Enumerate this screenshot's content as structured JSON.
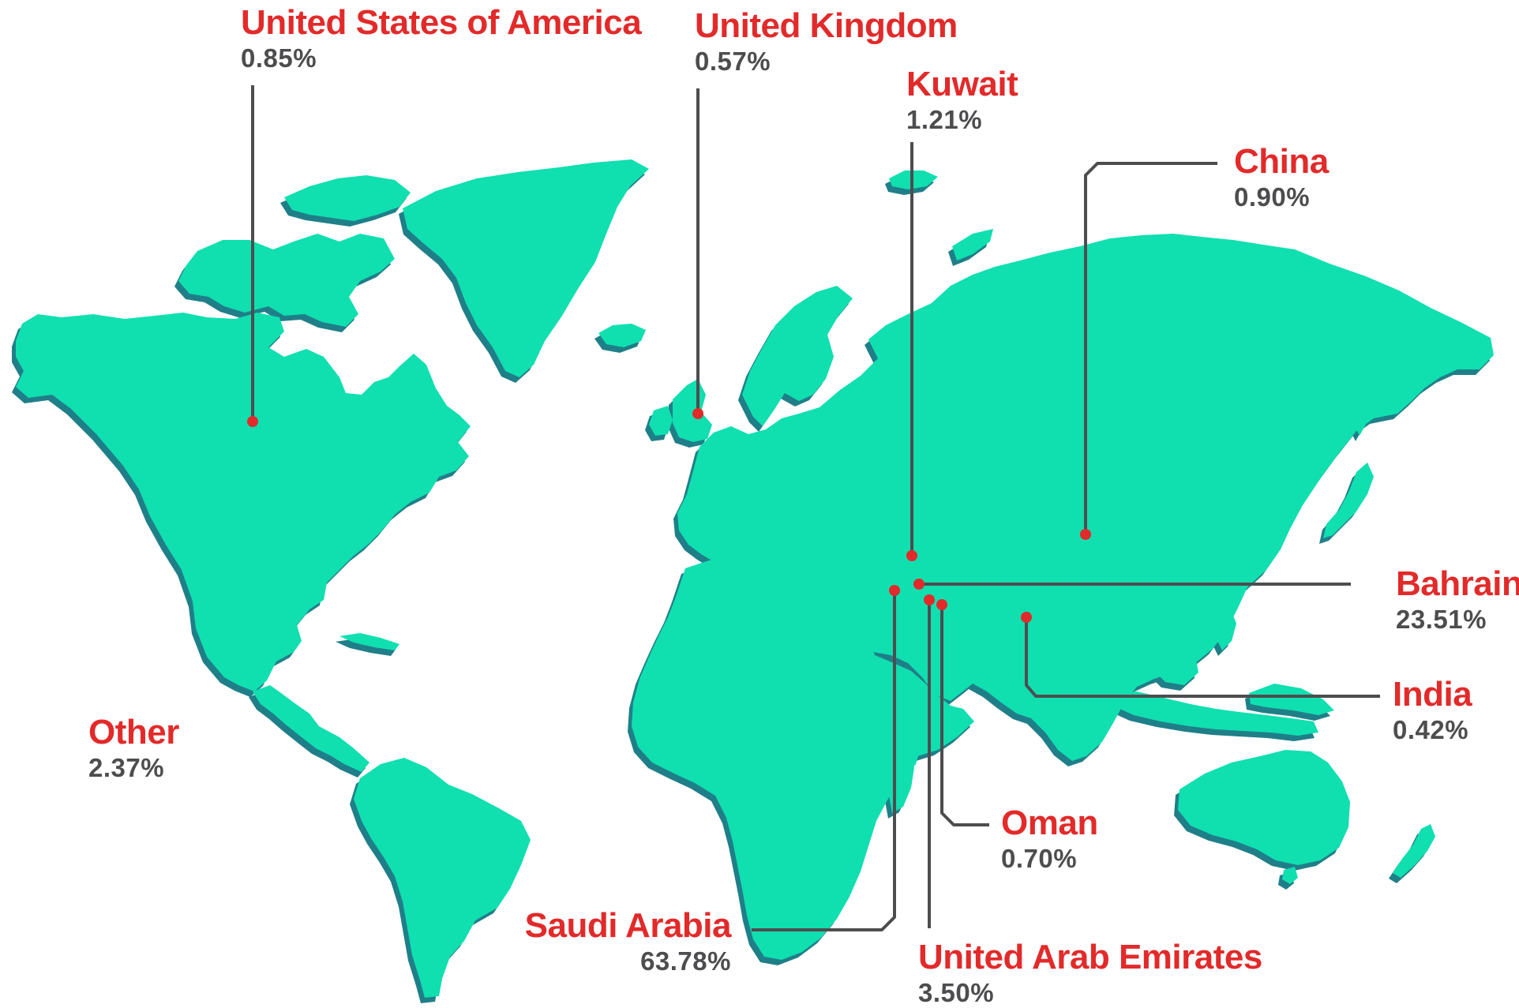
{
  "colors": {
    "land": "#10dfb0",
    "land_shadow": "#1f7f88",
    "country_name": "#e22a2a",
    "percentage": "#4d4d4f",
    "leader_line": "#4d4d4f",
    "marker": "#e22a2a"
  },
  "markers": [
    {
      "key": "usa",
      "name": "United States of America",
      "value": "0.85%"
    },
    {
      "key": "uk",
      "name": "United Kingdom",
      "value": "0.57%"
    },
    {
      "key": "kuwait",
      "name": "Kuwait",
      "value": "1.21%"
    },
    {
      "key": "china",
      "name": "China",
      "value": "0.90%"
    },
    {
      "key": "bahrain",
      "name": "Bahrain",
      "value": "23.51%"
    },
    {
      "key": "india",
      "name": "India",
      "value": "0.42%"
    },
    {
      "key": "oman",
      "name": "Oman",
      "value": "0.70%"
    },
    {
      "key": "uae",
      "name": "United Arab Emirates",
      "value": "3.50%"
    },
    {
      "key": "saudi",
      "name": "Saudi Arabia",
      "value": "63.78%"
    },
    {
      "key": "other",
      "name": "Other",
      "value": "2.37%"
    }
  ]
}
